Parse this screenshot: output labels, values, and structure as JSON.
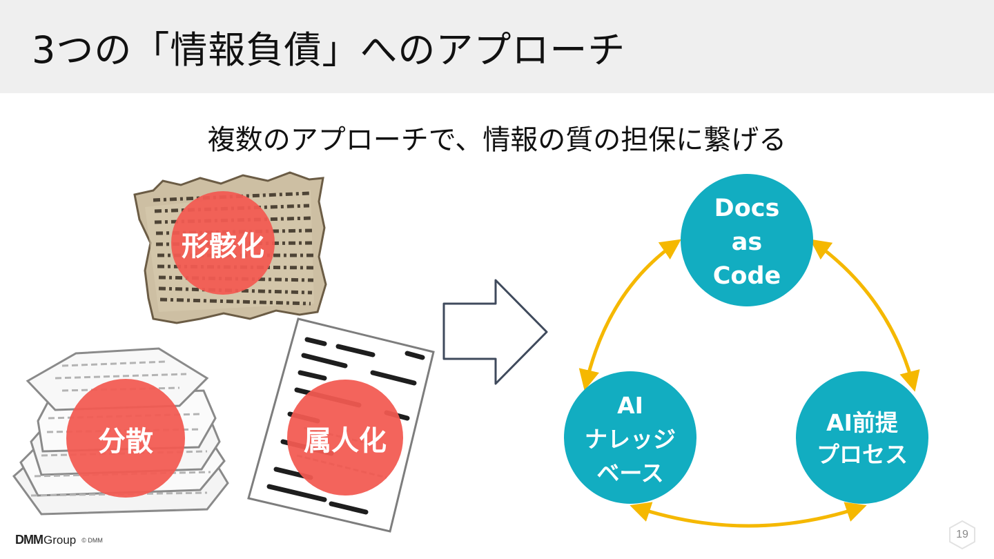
{
  "slide": {
    "title": "3つの「情報負債」へのアプローチ",
    "subtitle": "複数のアプローチで、情報の質の担保に繋げる"
  },
  "problems": [
    {
      "label": "形骸化",
      "illustration": "worn-paper"
    },
    {
      "label": "分散",
      "illustration": "paper-pile"
    },
    {
      "label": "属人化",
      "illustration": "redacted-document"
    }
  ],
  "approaches": {
    "top": [
      "Docs",
      "as",
      "Code"
    ],
    "left": [
      "AI",
      "ナレッジ",
      "ベース"
    ],
    "right": [
      "AI前提",
      "プロセス"
    ]
  },
  "colors": {
    "problem_circle": "#f25a52",
    "approach_circle": "#12adc1",
    "cycle_arrow": "#f5b800",
    "title_bar": "#efefef",
    "transition_arrow": "#3f4a5c"
  },
  "footer": {
    "brand": "DMM",
    "group": "Group",
    "copyright": "© DMM",
    "page_number": "19"
  }
}
